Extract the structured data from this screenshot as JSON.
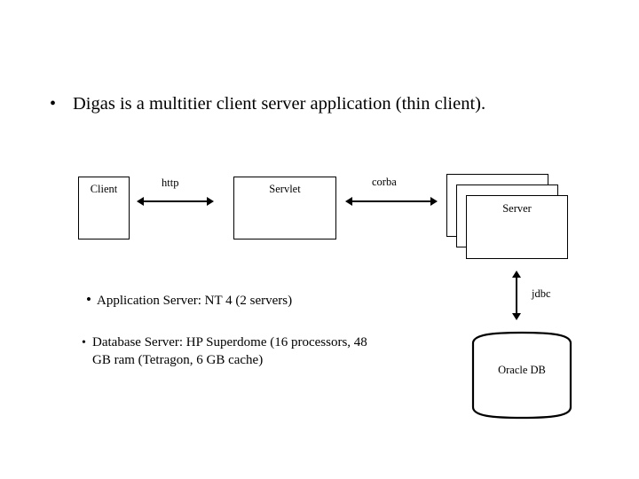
{
  "slide": {
    "title_bullet": {
      "marker": "•",
      "text": "Digas is a multitier client server application (thin client)."
    },
    "diagram": {
      "nodes": [
        {
          "id": "client",
          "label": "Client"
        },
        {
          "id": "servlet",
          "label": "Servlet"
        },
        {
          "id": "server",
          "label": "Server"
        },
        {
          "id": "database",
          "label": "Oracle DB"
        }
      ],
      "connections": [
        {
          "id": "http",
          "label": "http",
          "from": "client",
          "to": "servlet",
          "direction": "bidirectional"
        },
        {
          "id": "corba",
          "label": "corba",
          "from": "servlet",
          "to": "server",
          "direction": "bidirectional"
        },
        {
          "id": "jdbc",
          "label": "jdbc",
          "from": "server",
          "to": "database",
          "direction": "bidirectional"
        }
      ],
      "server_stack_count": 3
    },
    "sub_bullets": [
      {
        "marker": "•",
        "text": "Application Server: NT 4 (2 servers)"
      },
      {
        "marker": "•",
        "text": "Database Server: HP Superdome (16 processors, 48 GB ram (Tetragon, 6 GB cache)"
      }
    ],
    "colors": {
      "background": "#ffffff",
      "foreground": "#000000"
    }
  }
}
